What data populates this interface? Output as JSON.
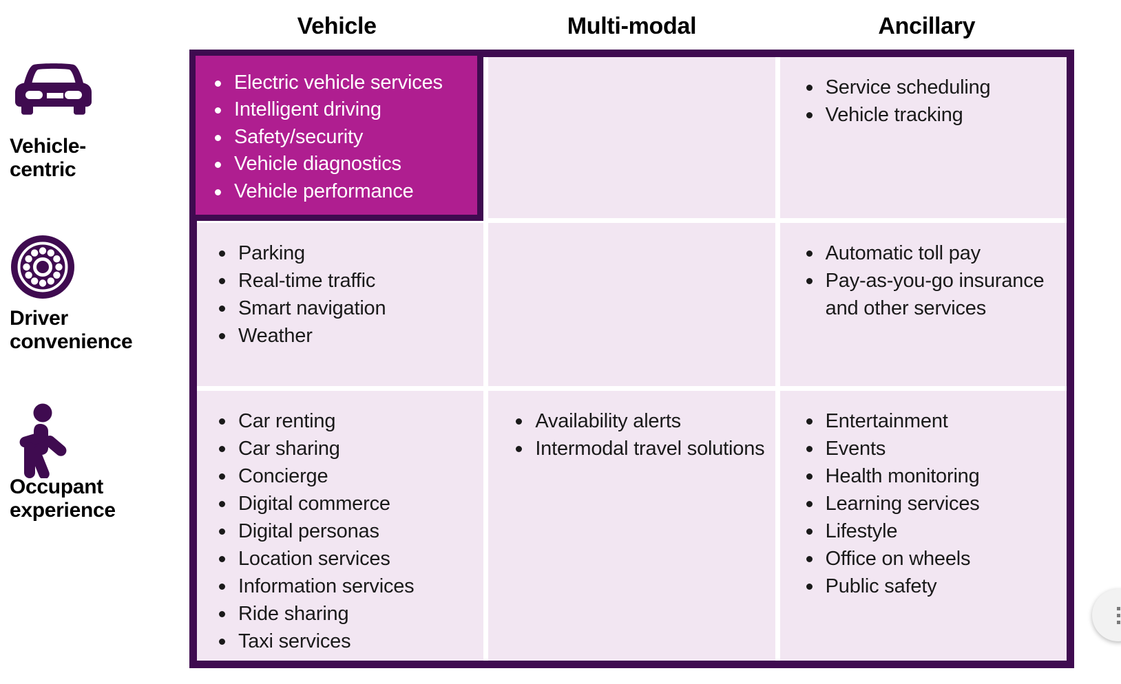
{
  "columns": [
    {
      "label": "Vehicle"
    },
    {
      "label": "Multi-modal"
    },
    {
      "label": "Ancillary"
    }
  ],
  "rows": [
    {
      "label": "Vehicle-\ncentric",
      "icon": "car-front-icon"
    },
    {
      "label": "Driver\nconvenience",
      "icon": "wheel-icon"
    },
    {
      "label": "Occupant\nexperience",
      "icon": "walking-person-icon"
    }
  ],
  "matrix": {
    "vehicle_centric": {
      "vehicle": [
        "Electric vehicle services",
        "Intelligent driving",
        "Safety/security",
        "Vehicle diagnostics",
        "Vehicle performance"
      ],
      "multi_modal": [],
      "ancillary": [
        "Service scheduling",
        "Vehicle tracking"
      ]
    },
    "driver_convenience": {
      "vehicle": [
        "Parking",
        "Real-time traffic",
        "Smart navigation",
        "Weather"
      ],
      "multi_modal": [],
      "ancillary": [
        "Automatic toll pay",
        "Pay-as-you-go insurance and other services"
      ]
    },
    "occupant_experience": {
      "vehicle": [
        "Car renting",
        "Car sharing",
        "Concierge",
        "Digital commerce",
        "Digital personas",
        "Location services",
        "Information services",
        "Ride sharing",
        "Taxi services"
      ],
      "multi_modal": [
        "Availability alerts",
        "Intermodal travel solutions"
      ],
      "ancillary": [
        "Entertainment",
        "Events",
        "Health monitoring",
        "Learning services",
        "Lifestyle",
        "Office on wheels",
        "Public safety"
      ]
    }
  },
  "colors": {
    "dark_purple": "#3F0B50",
    "magenta": "#AF1E90",
    "cell_pink": "#F2E6F2",
    "text": "#1A1A1A"
  },
  "fab": {
    "icon": "more-options-icon"
  }
}
